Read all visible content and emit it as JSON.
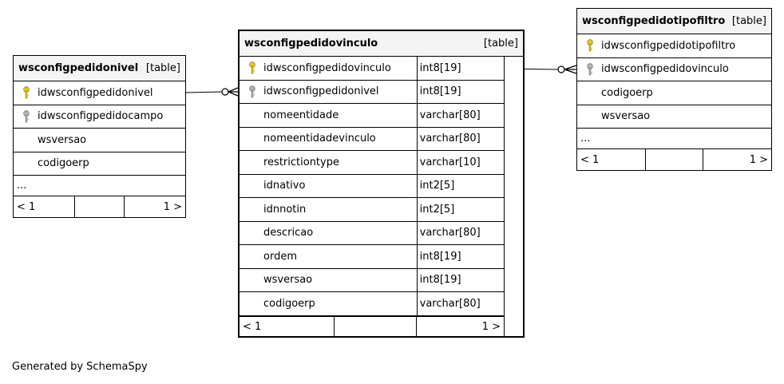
{
  "tables": {
    "left": {
      "name": "wsconfigpedidonivel",
      "type": "[table]",
      "columns": [
        {
          "name": "idwsconfigpedidonivel",
          "key": "primary"
        },
        {
          "name": "idwsconfigpedidocampo",
          "key": "foreign"
        },
        {
          "name": "wsversao",
          "key": "none"
        },
        {
          "name": "codigoerp",
          "key": "none"
        }
      ],
      "more": "...",
      "footer": {
        "left": "< 1",
        "right": "1 >"
      }
    },
    "center": {
      "name": "wsconfigpedidovinculo",
      "type": "[table]",
      "columns": [
        {
          "name": "idwsconfigpedidovinculo",
          "type": "int8[19]",
          "key": "primary"
        },
        {
          "name": "idwsconfigpedidonivel",
          "type": "int8[19]",
          "key": "foreign"
        },
        {
          "name": "nomeentidade",
          "type": "varchar[80]",
          "key": "none"
        },
        {
          "name": "nomeentidadevinculo",
          "type": "varchar[80]",
          "key": "none"
        },
        {
          "name": "restrictiontype",
          "type": "varchar[10]",
          "key": "none"
        },
        {
          "name": "idnativo",
          "type": "int2[5]",
          "key": "none"
        },
        {
          "name": "idnnotin",
          "type": "int2[5]",
          "key": "none"
        },
        {
          "name": "descricao",
          "type": "varchar[80]",
          "key": "none"
        },
        {
          "name": "ordem",
          "type": "int8[19]",
          "key": "none"
        },
        {
          "name": "wsversao",
          "type": "int8[19]",
          "key": "none"
        },
        {
          "name": "codigoerp",
          "type": "varchar[80]",
          "key": "none"
        }
      ],
      "footer": {
        "left": "< 1",
        "right": "1 >"
      }
    },
    "right": {
      "name": "wsconfigpedidotipofiltro",
      "type": "[table]",
      "columns": [
        {
          "name": "idwsconfigpedidotipofiltro",
          "key": "primary"
        },
        {
          "name": "idwsconfigpedidovinculo",
          "key": "foreign"
        },
        {
          "name": "codigoerp",
          "key": "none"
        },
        {
          "name": "wsversao",
          "key": "none"
        }
      ],
      "more": "...",
      "footer": {
        "left": "< 1",
        "right": "1 >"
      }
    }
  },
  "colors": {
    "primary_key": "#e8c800",
    "foreign_key": "#b0b0b0",
    "header_bg": "#f4f4f4"
  },
  "credit": "Generated by SchemaSpy"
}
